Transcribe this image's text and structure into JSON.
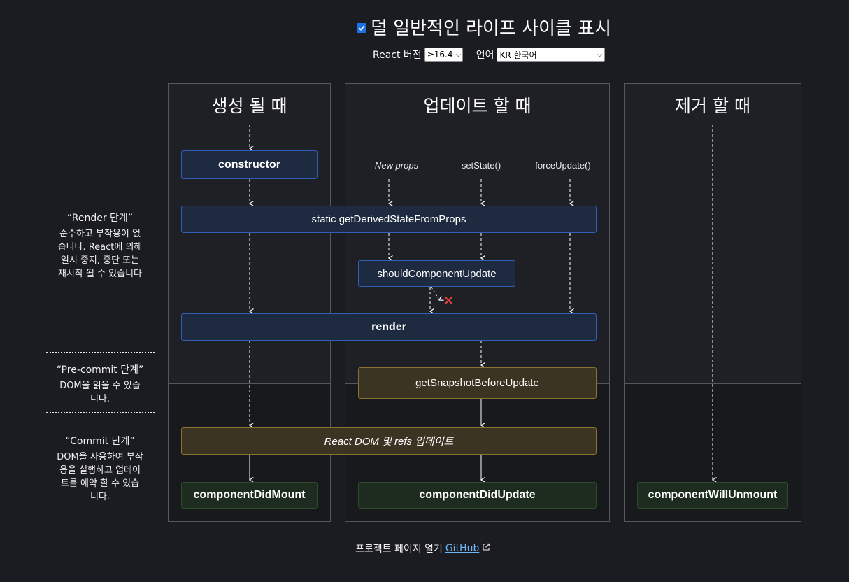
{
  "header": {
    "toggle_checked": true,
    "toggle_label": "덜 일반적인 라이프 사이클 표시",
    "react_version_label": "React 버전",
    "react_version_value": "≥16.4",
    "language_label": "언어",
    "language_value": "KR 한국어"
  },
  "columns": {
    "mounting": "생성 될 때",
    "updating": "업데이트 할 때",
    "unmounting": "제거 할 때"
  },
  "triggers": {
    "new_props": "New props",
    "set_state": "setState()",
    "force_update": "forceUpdate()"
  },
  "methods": {
    "constructor": "constructor",
    "get_derived_state": "static getDerivedStateFromProps",
    "should_update": "shouldComponentUpdate",
    "render": "render",
    "snapshot": "getSnapshotBeforeUpdate",
    "dom_update": "React DOM 및 refs 업데이트",
    "did_mount": "componentDidMount",
    "did_update": "componentDidUpdate",
    "will_unmount": "componentWillUnmount"
  },
  "phases": {
    "render": {
      "title": "“Render 단계”",
      "lines": [
        "순수하고 부작용이 없",
        "습니다. React에 의해",
        "일시 중지, 중단 또는",
        "재시작 될 수 있습니다"
      ]
    },
    "pre_commit": {
      "title": "“Pre-commit 단계”",
      "lines": [
        "DOM을 읽을 수 있습",
        "니다."
      ]
    },
    "commit": {
      "title": "“Commit 단계”",
      "lines": [
        "DOM을 사용하여 부작",
        "용을 실행하고 업데이",
        "트를 예약 할 수 있습",
        "니다."
      ]
    }
  },
  "footer": {
    "text": "프로젝트 페이지 열기",
    "link": "GitHub"
  },
  "colors": {
    "background": "#1b1c21",
    "blue_box": "#1d2a3f",
    "yellow_box": "#3b3422",
    "green_box": "#1d2c1e",
    "cancel_x": "#e0413a",
    "link": "#6fb6f5"
  }
}
